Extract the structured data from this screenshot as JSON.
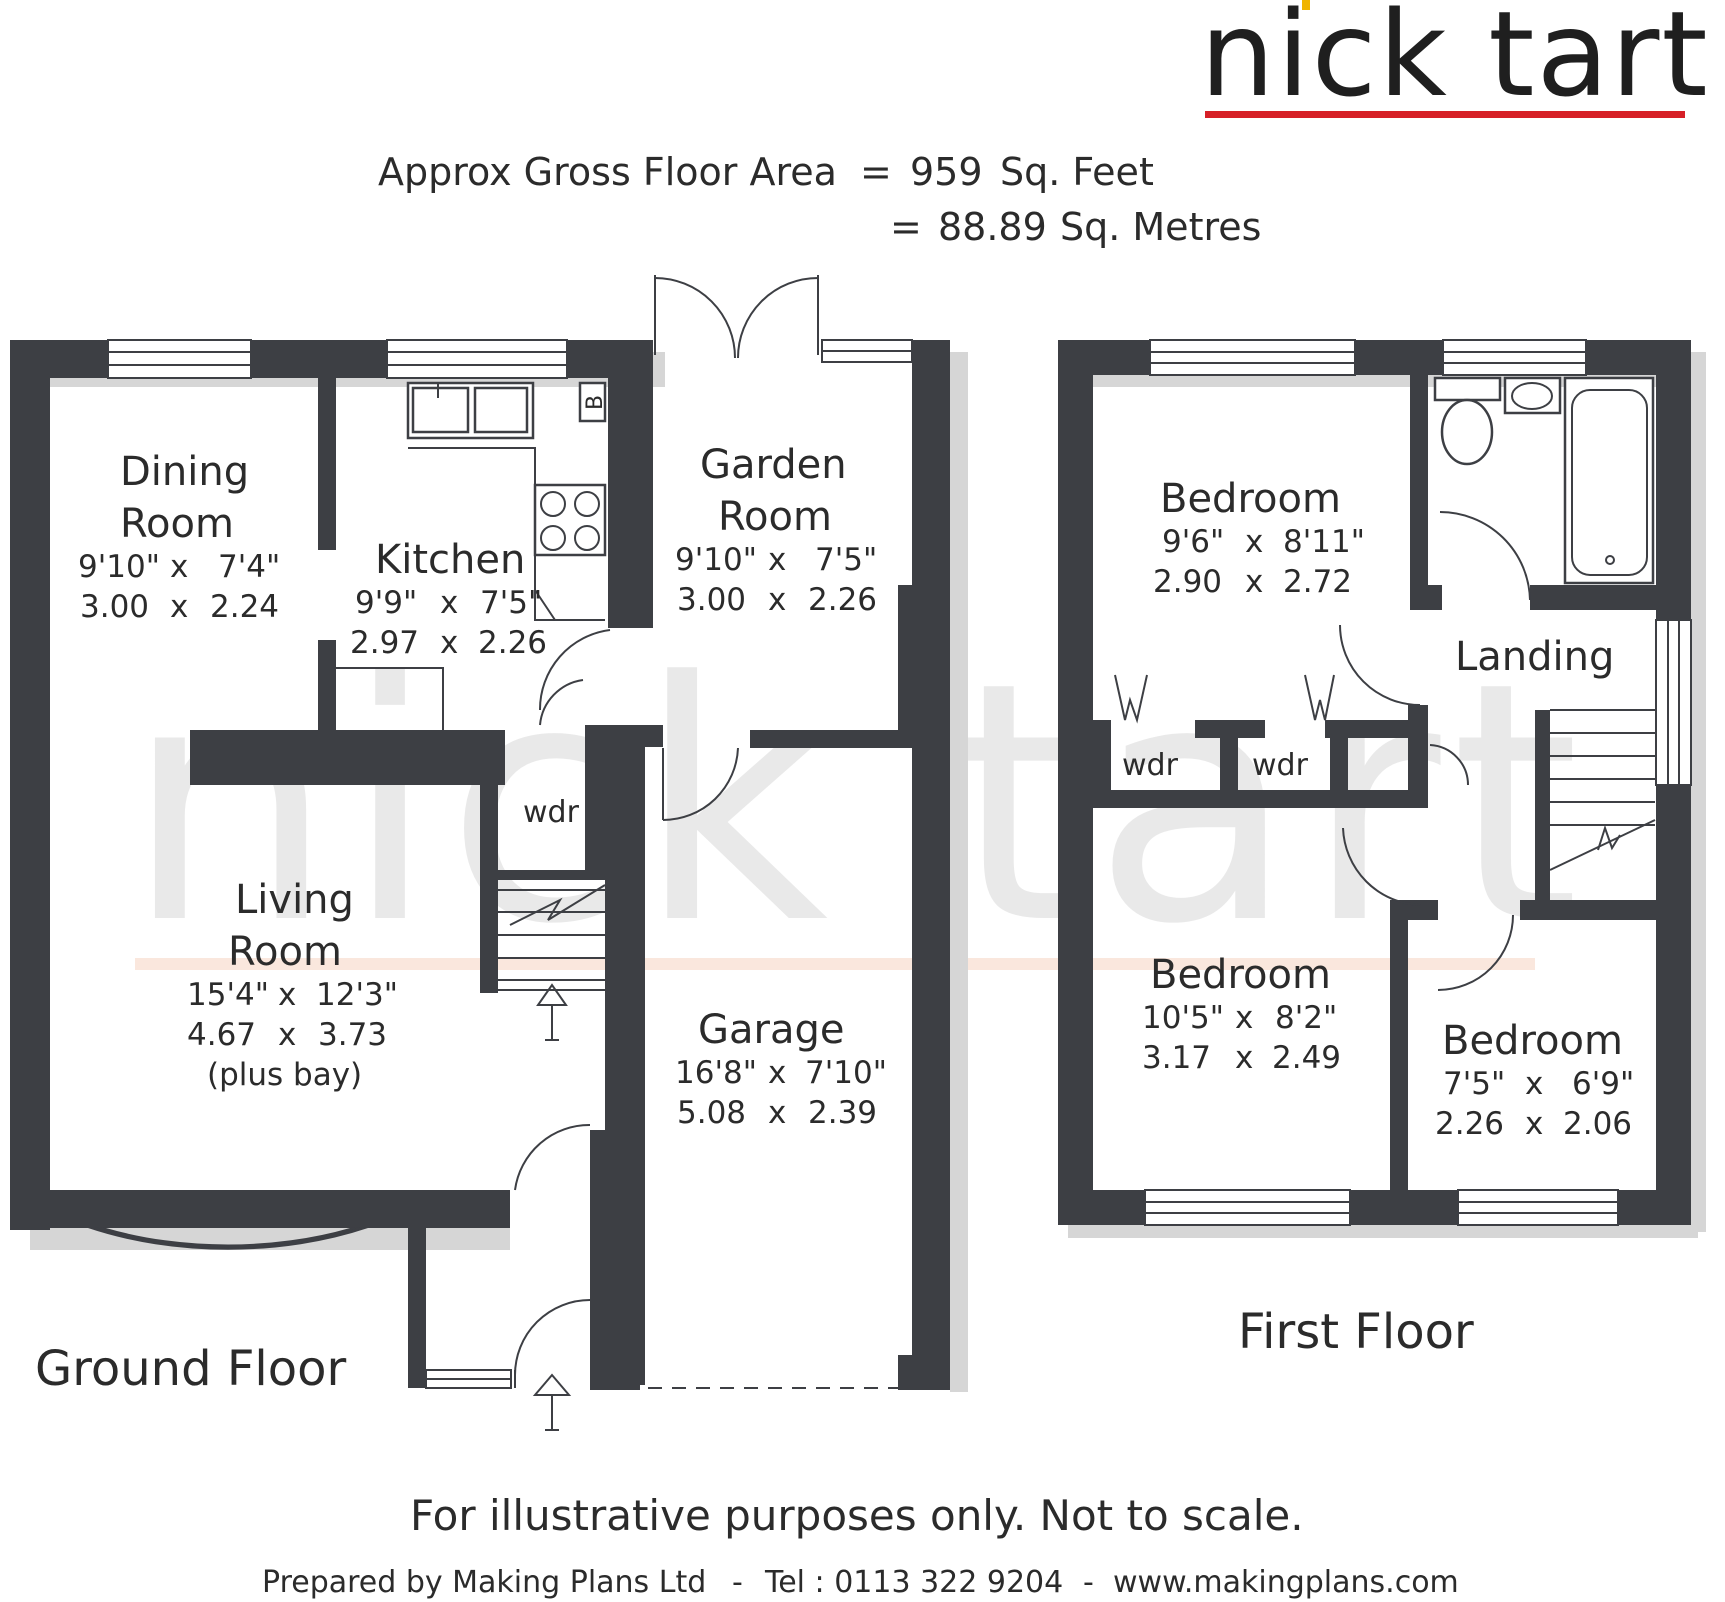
{
  "brand": {
    "name": "nick tart",
    "underline_color": "#d62027"
  },
  "watermark": "nick tart",
  "area": {
    "prefix": "Approx Gross Floor Area",
    "eq1": "=",
    "sqft_value": "959",
    "sqft_unit": "Sq. Feet",
    "eq2": "=",
    "sqm_value": "88.89",
    "sqm_unit": "Sq. Metres"
  },
  "ground_floor": {
    "label": "Ground Floor",
    "dining": {
      "name1": "Dining",
      "name2": "Room",
      "imp_w": "9'10\"",
      "imp_x": "x",
      "imp_h": "7'4\"",
      "met_w": "3.00",
      "met_x": "x",
      "met_h": "2.24"
    },
    "kitchen": {
      "name": "Kitchen",
      "imp_w": "9'9\"",
      "imp_x": "x",
      "imp_h": "7'5\"",
      "met_w": "2.97",
      "met_x": "x",
      "met_h": "2.26",
      "boiler": "B"
    },
    "garden": {
      "name1": "Garden",
      "name2": "Room",
      "imp_w": "9'10\"",
      "imp_x": "x",
      "imp_h": "7'5\"",
      "met_w": "3.00",
      "met_x": "x",
      "met_h": "2.26"
    },
    "living": {
      "name1": "Living",
      "name2": "Room",
      "imp_w": "15'4\"",
      "imp_x": "x",
      "imp_h": "12'3\"",
      "met_w": "4.67",
      "met_x": "x",
      "met_h": "3.73",
      "note": "(plus bay)"
    },
    "wdr": "wdr",
    "garage": {
      "name": "Garage",
      "imp_w": "16'8\"",
      "imp_x": "x",
      "imp_h": "7'10\"",
      "met_w": "5.08",
      "met_x": "x",
      "met_h": "2.39"
    }
  },
  "first_floor": {
    "label": "First Floor",
    "bedroom1": {
      "name": "Bedroom",
      "imp_w": "9'6\"",
      "imp_x": "x",
      "imp_h": "8'11\"",
      "met_w": "2.90",
      "met_x": "x",
      "met_h": "2.72"
    },
    "landing": "Landing",
    "wdr1": "wdr",
    "wdr2": "wdr",
    "bedroom2": {
      "name": "Bedroom",
      "imp_w": "10'5\"",
      "imp_x": "x",
      "imp_h": "8'2\"",
      "met_w": "3.17",
      "met_x": "x",
      "met_h": "2.49"
    },
    "bedroom3": {
      "name": "Bedroom",
      "imp_w": "7'5\"",
      "imp_x": "x",
      "imp_h": "6'9\"",
      "met_w": "2.26",
      "met_x": "x",
      "met_h": "2.06"
    }
  },
  "footer": {
    "disclaimer": "For illustrative purposes only. Not to scale.",
    "prepared_by": "Prepared by Making Plans Ltd",
    "sep1": "-",
    "tel": "Tel : 0113 322 9204",
    "sep2": "-",
    "website": "www.makingplans.com"
  }
}
